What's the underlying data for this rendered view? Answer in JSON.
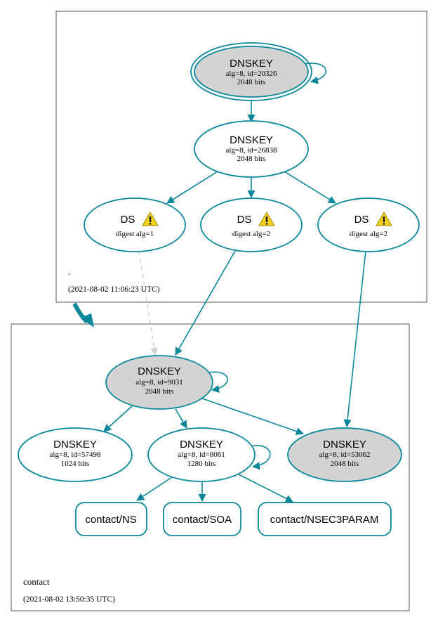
{
  "zones": {
    "root": {
      "name": ".",
      "timestamp": "(2021-08-02 11:06:23 UTC)"
    },
    "contact": {
      "name": "contact",
      "timestamp": "(2021-08-02 13:50:35 UTC)"
    }
  },
  "nodes": {
    "root_ksk": {
      "title": "DNSKEY",
      "line1": "alg=8, id=20326",
      "line2": "2048 bits"
    },
    "root_zsk": {
      "title": "DNSKEY",
      "line1": "alg=8, id=26838",
      "line2": "2048 bits"
    },
    "ds1": {
      "title": "DS",
      "line1": "digest alg=1"
    },
    "ds2": {
      "title": "DS",
      "line1": "digest alg=2"
    },
    "ds3": {
      "title": "DS",
      "line1": "digest alg=2"
    },
    "c_9031": {
      "title": "DNSKEY",
      "line1": "alg=8, id=9031",
      "line2": "2048 bits"
    },
    "c_57498": {
      "title": "DNSKEY",
      "line1": "alg=8, id=57498",
      "line2": "1024 bits"
    },
    "c_8061": {
      "title": "DNSKEY",
      "line1": "alg=8, id=8061",
      "line2": "1280 bits"
    },
    "c_53062": {
      "title": "DNSKEY",
      "line1": "alg=8, id=53062",
      "line2": "2048 bits"
    },
    "rr_ns": {
      "label": "contact/NS"
    },
    "rr_soa": {
      "label": "contact/SOA"
    },
    "rr_nsec3param": {
      "label": "contact/NSEC3PARAM"
    }
  },
  "icons": {
    "warning": "warning-icon"
  },
  "colors": {
    "edge": "#0a879a",
    "grey_node": "#d3d3d3",
    "dashed_edge": "#d2d2d2"
  }
}
